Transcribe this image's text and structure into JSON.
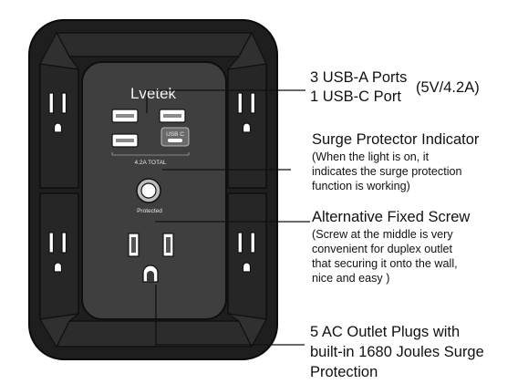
{
  "device": {
    "brand": "Lvetek",
    "usbc_label": "USB C",
    "total_label": "4.2A TOTAL",
    "protected_label": "Protected",
    "colors": {
      "body": "#2a2a2a",
      "panel": "#4a4a4a",
      "outline": "#0d0d0d",
      "accent": "#ffffff"
    }
  },
  "callouts": {
    "usb": {
      "line1": "3 USB-A Ports",
      "line2": "1 USB-C Port",
      "spec": "(5V/4.2A)"
    },
    "indicator": {
      "title": "Surge Protector Indicator",
      "desc1": "(When the light is on, it",
      "desc2": "indicates the surge protection",
      "desc3": "function is working)"
    },
    "screw": {
      "title": "Alternative Fixed Screw",
      "desc1": "(Screw at the middle is very",
      "desc2": "convenient for duplex outlet",
      "desc3": "that securing it onto the wall,",
      "desc4": "nice and easy )"
    },
    "outlets": {
      "line1": "5 AC Outlet Plugs with",
      "line2": "built-in 1680 Joules Surge",
      "line3": "Protection"
    }
  }
}
